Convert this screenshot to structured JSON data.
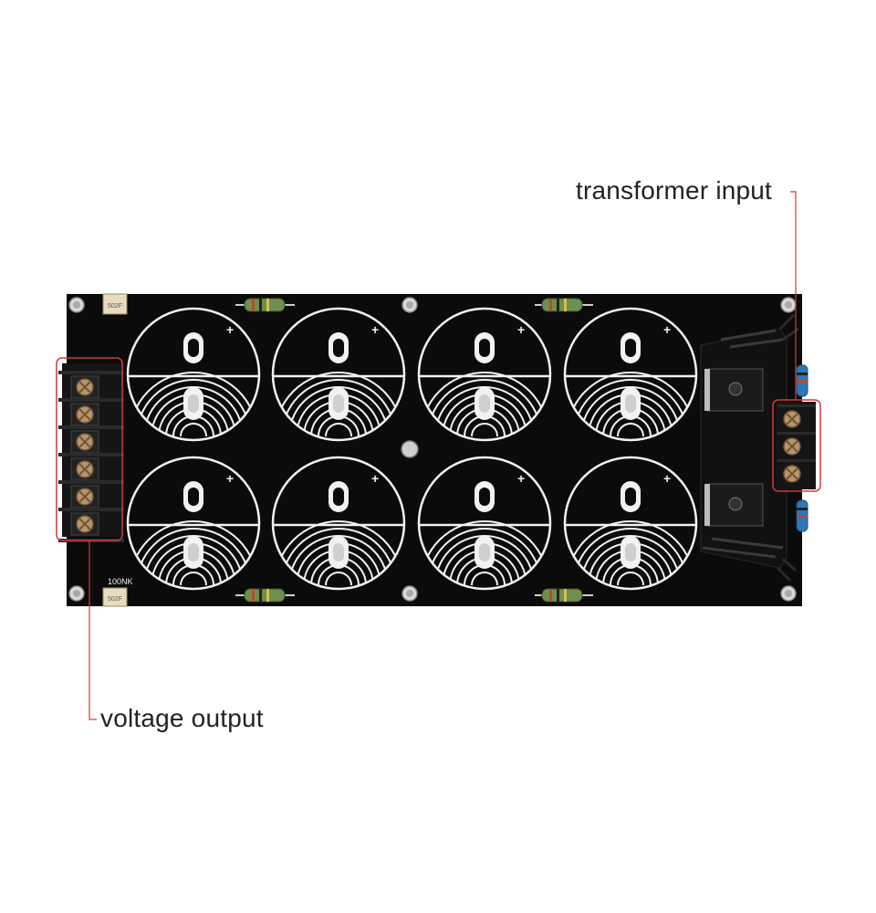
{
  "annotations": {
    "transformer_input": "transformer input",
    "voltage_output": "voltage output"
  },
  "silkscreen": {
    "trimpot_top": "502F",
    "trimpot_bottom": "502F",
    "ntc_label": "100NK",
    "plus_sign": "+"
  },
  "colors": {
    "pcb": "#0b0b0b",
    "silkscreen": "#f2f2f2",
    "callout_box": "#d23a3a",
    "resistor_body": "#6f8f4e",
    "blue_resistor": "#2f78b5",
    "terminal": "#1a1a1a",
    "screw": "#b8946a"
  },
  "layout": {
    "capacitor_grid": "2 rows x 4 columns",
    "output_terminals": 6,
    "input_terminals": 3
  }
}
